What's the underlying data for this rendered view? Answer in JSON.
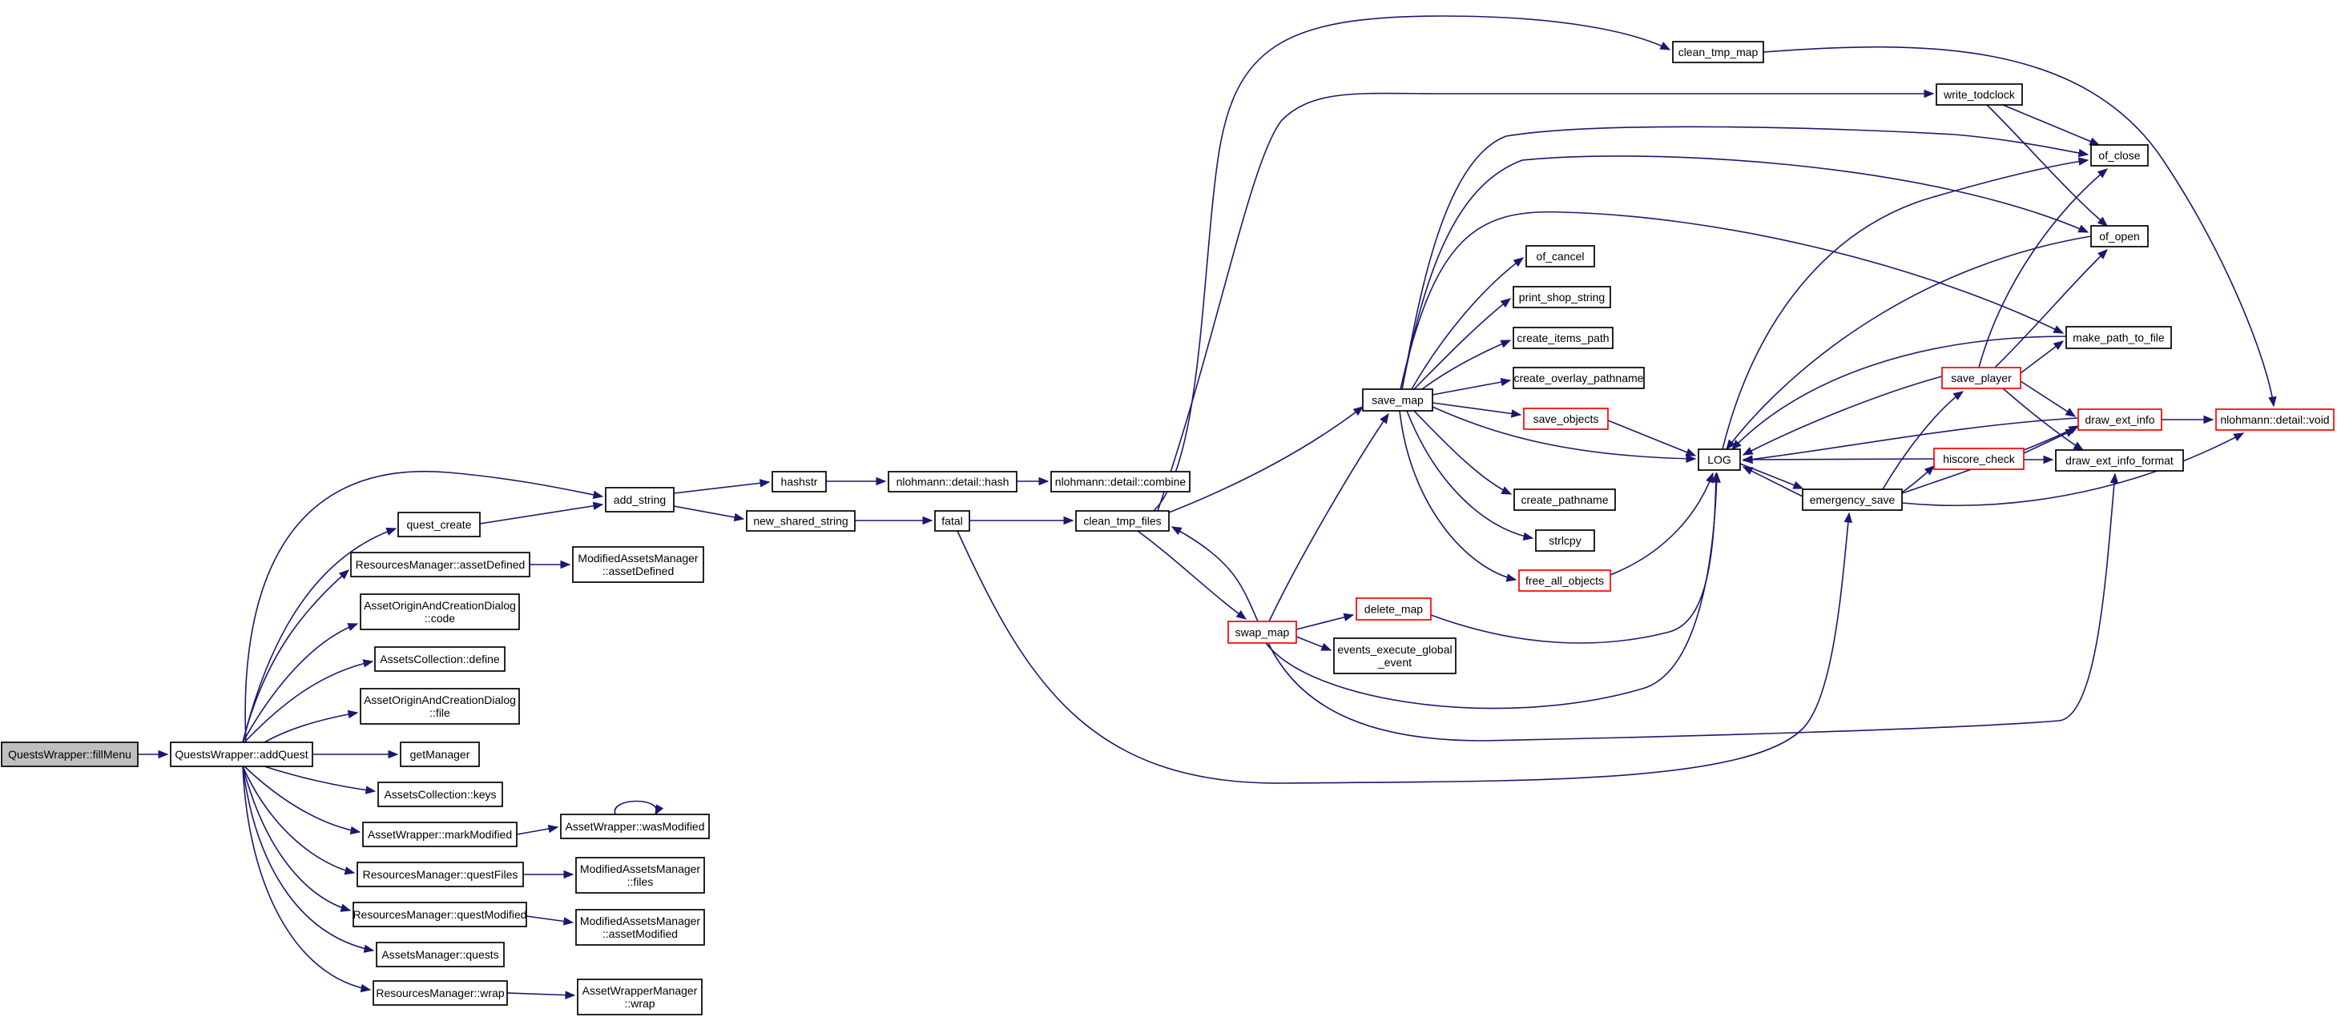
{
  "diagram": {
    "colors": {
      "edge": "#191970",
      "node_border": "#000000",
      "node_border_truncated": "#ff0000",
      "root_fill": "#bfbfbf",
      "node_fill": "#ffffff"
    },
    "nodes": [
      {
        "id": "fillMenu",
        "lines": [
          "QuestsWrapper::fillMenu"
        ],
        "root": true
      },
      {
        "id": "addQuest",
        "lines": [
          "QuestsWrapper::addQuest"
        ]
      },
      {
        "id": "add_string",
        "lines": [
          "add_string"
        ]
      },
      {
        "id": "quest_create",
        "lines": [
          "quest_create"
        ]
      },
      {
        "id": "rm_assetDefined",
        "lines": [
          "ResourcesManager::assetDefined"
        ]
      },
      {
        "id": "mam_assetDefined",
        "lines": [
          "ModifiedAssetsManager",
          "::assetDefined"
        ]
      },
      {
        "id": "aoacd_code",
        "lines": [
          "AssetOriginAndCreationDialog",
          "::code"
        ]
      },
      {
        "id": "ac_define",
        "lines": [
          "AssetsCollection::define"
        ]
      },
      {
        "id": "aoacd_file",
        "lines": [
          "AssetOriginAndCreationDialog",
          "::file"
        ]
      },
      {
        "id": "getManager",
        "lines": [
          "getManager"
        ]
      },
      {
        "id": "ac_keys",
        "lines": [
          "AssetsCollection::keys"
        ]
      },
      {
        "id": "aw_markModified",
        "lines": [
          "AssetWrapper::markModified"
        ]
      },
      {
        "id": "aw_wasModified",
        "lines": [
          "AssetWrapper::wasModified"
        ]
      },
      {
        "id": "rm_questFiles",
        "lines": [
          "ResourcesManager::questFiles"
        ]
      },
      {
        "id": "mam_files",
        "lines": [
          "ModifiedAssetsManager",
          "::files"
        ]
      },
      {
        "id": "rm_questModified",
        "lines": [
          "ResourcesManager::questModified"
        ]
      },
      {
        "id": "mam_assetModified",
        "lines": [
          "ModifiedAssetsManager",
          "::assetModified"
        ]
      },
      {
        "id": "am_quests",
        "lines": [
          "AssetsManager::quests"
        ]
      },
      {
        "id": "rm_wrap",
        "lines": [
          "ResourcesManager::wrap"
        ]
      },
      {
        "id": "awm_wrap",
        "lines": [
          "AssetWrapperManager",
          "::wrap"
        ]
      },
      {
        "id": "hashstr",
        "lines": [
          "hashstr"
        ]
      },
      {
        "id": "nl_hash",
        "lines": [
          "nlohmann::detail::hash"
        ]
      },
      {
        "id": "nl_combine",
        "lines": [
          "nlohmann::detail::combine"
        ]
      },
      {
        "id": "new_shared_string",
        "lines": [
          "new_shared_string"
        ]
      },
      {
        "id": "fatal",
        "lines": [
          "fatal"
        ]
      },
      {
        "id": "clean_tmp_files",
        "lines": [
          "clean_tmp_files"
        ]
      },
      {
        "id": "clean_tmp_map",
        "lines": [
          "clean_tmp_map"
        ]
      },
      {
        "id": "write_todclock",
        "lines": [
          "write_todclock"
        ]
      },
      {
        "id": "save_map",
        "lines": [
          "save_map"
        ]
      },
      {
        "id": "swap_map",
        "lines": [
          "swap_map"
        ],
        "truncated": true
      },
      {
        "id": "delete_map",
        "lines": [
          "delete_map"
        ],
        "truncated": true
      },
      {
        "id": "events_execute",
        "lines": [
          "events_execute_global",
          "_event"
        ]
      },
      {
        "id": "of_cancel",
        "lines": [
          "of_cancel"
        ]
      },
      {
        "id": "print_shop_string",
        "lines": [
          "print_shop_string"
        ]
      },
      {
        "id": "create_items_path",
        "lines": [
          "create_items_path"
        ]
      },
      {
        "id": "create_overlay_pathname",
        "lines": [
          "create_overlay_pathname"
        ]
      },
      {
        "id": "save_objects",
        "lines": [
          "save_objects"
        ],
        "truncated": true
      },
      {
        "id": "create_pathname",
        "lines": [
          "create_pathname"
        ]
      },
      {
        "id": "strlcpy",
        "lines": [
          "strlcpy"
        ]
      },
      {
        "id": "free_all_objects",
        "lines": [
          "free_all_objects"
        ],
        "truncated": true
      },
      {
        "id": "LOG",
        "lines": [
          "LOG"
        ]
      },
      {
        "id": "emergency_save",
        "lines": [
          "emergency_save"
        ]
      },
      {
        "id": "of_close",
        "lines": [
          "of_close"
        ]
      },
      {
        "id": "of_open",
        "lines": [
          "of_open"
        ]
      },
      {
        "id": "make_path_to_file",
        "lines": [
          "make_path_to_file"
        ]
      },
      {
        "id": "save_player",
        "lines": [
          "save_player"
        ],
        "truncated": true
      },
      {
        "id": "hiscore_check",
        "lines": [
          "hiscore_check"
        ],
        "truncated": true
      },
      {
        "id": "draw_ext_info",
        "lines": [
          "draw_ext_info"
        ],
        "truncated": true
      },
      {
        "id": "draw_ext_info_format",
        "lines": [
          "draw_ext_info_format"
        ]
      },
      {
        "id": "nl_void",
        "lines": [
          "nlohmann::detail::void"
        ],
        "truncated": true
      }
    ]
  }
}
